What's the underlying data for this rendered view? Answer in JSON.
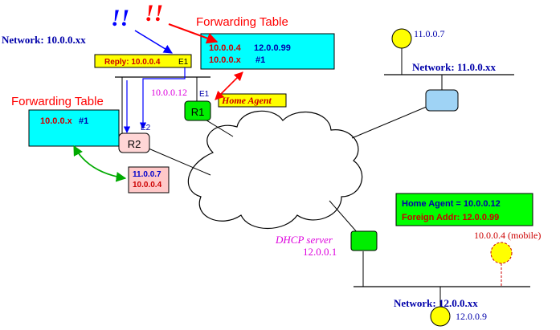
{
  "labels": {
    "network_10": "Network: 10.0.0.xx",
    "network_11": "Network: 11.0.0.xx",
    "network_12": "Network: 12.0.0.xx",
    "host_11_0_0_7": "11.0.0.7",
    "host_12_0_0_9": "12.0.0.9",
    "mobile_host": "10.0.0.4 (mobile)",
    "dhcp_server": "DHCP server",
    "dhcp_ip": "12.0.0.1",
    "r1_ip": "10.0.0.12",
    "iface_e1_r1": "E1",
    "iface_e2": "E2",
    "home_agent_tag": "Home Agent",
    "marks_blue": "!!",
    "marks_red": "!!"
  },
  "routers": {
    "r1": "R1",
    "r2": "R2"
  },
  "tables": {
    "r1_title": "Forwarding Table",
    "r1_rows": [
      {
        "dest": "10.0.0.4",
        "next": "12.0.0.99"
      },
      {
        "dest": "10.0.0.x",
        "next": "#1"
      }
    ],
    "r2_title": "Forwarding Table",
    "r2_rows": [
      {
        "dest": "10.0.0.x",
        "next": "#1"
      }
    ]
  },
  "reply": {
    "text": "Reply: 10.0.0.4",
    "iface": "E1"
  },
  "packet": {
    "line1": "11.0.0.7",
    "line2": "10.0.0.4"
  },
  "registration": {
    "home_agent": "Home Agent = 10.0.0.12",
    "foreign_addr": "Foreign Addr: 12.0.0.99"
  },
  "colors": {
    "table_bg": "#00ffff",
    "reply_bg": "#ffff00",
    "router_r1": "#00ee00",
    "router_r2": "#ffd6d6",
    "router_11": "#9fd3f5",
    "host_fill": "#ffff00",
    "reg_bg": "#00ff00",
    "blue": "#0000ff",
    "red": "#ff0000",
    "green": "#00aa00",
    "magenta": "#dd00dd",
    "dark_red": "#cc0000",
    "dark_blue": "#0000aa"
  }
}
